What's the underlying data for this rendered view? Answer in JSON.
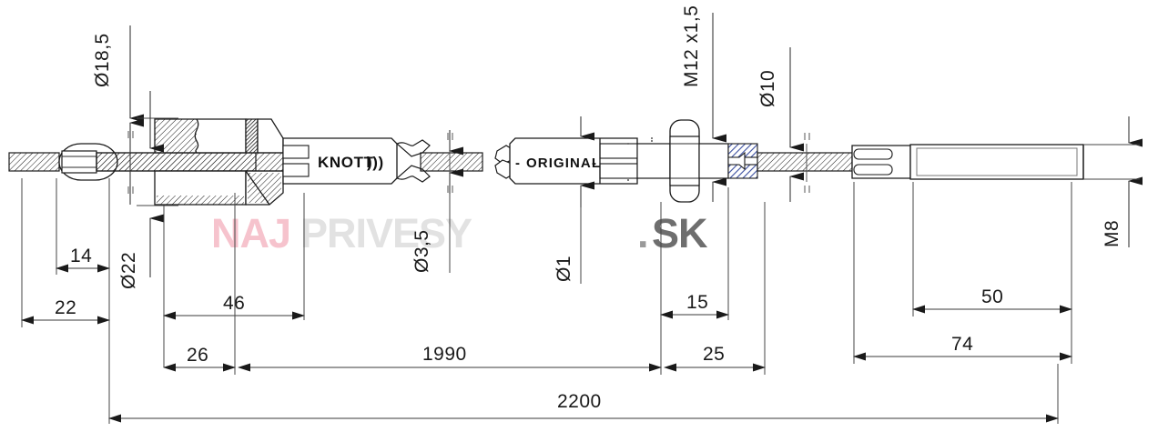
{
  "drawing": {
    "title": "Knott brake cable technical drawing",
    "units": "mm"
  },
  "labels": {
    "brand": "KNOTT",
    "brand_mark": ")))",
    "original_left_dash": "-",
    "original": "ORIGINAL",
    "original_right_dash": "-"
  },
  "watermark": {
    "part1": "NAJ",
    "part2": "PRIVESY",
    "part3": ".",
    "part4": "SK",
    "color1": "#f6c3cd",
    "color2": "#e2e2e2",
    "color3": "#9a9a9a",
    "color4": "#6e6e6e"
  },
  "dimensions": {
    "dia_18_5": "Ø18,5",
    "dia_22": "Ø22",
    "dia_3_5": "Ø3,5",
    "dia_1": "Ø1",
    "dia_10": "Ø10",
    "thread_m12": "M12 x1,5",
    "thread_m8": "M8",
    "len_14": "14",
    "len_22": "22",
    "len_26": "26",
    "len_46": "46",
    "len_15": "15",
    "len_25": "25",
    "len_50": "50",
    "len_74": "74",
    "len_1990": "1990",
    "len_2200": "2200"
  },
  "colors": {
    "line": "#1a1a1a",
    "dimension": "#3a3a3a",
    "thread_hatch": "#3b4fa0",
    "background": "#ffffff"
  }
}
